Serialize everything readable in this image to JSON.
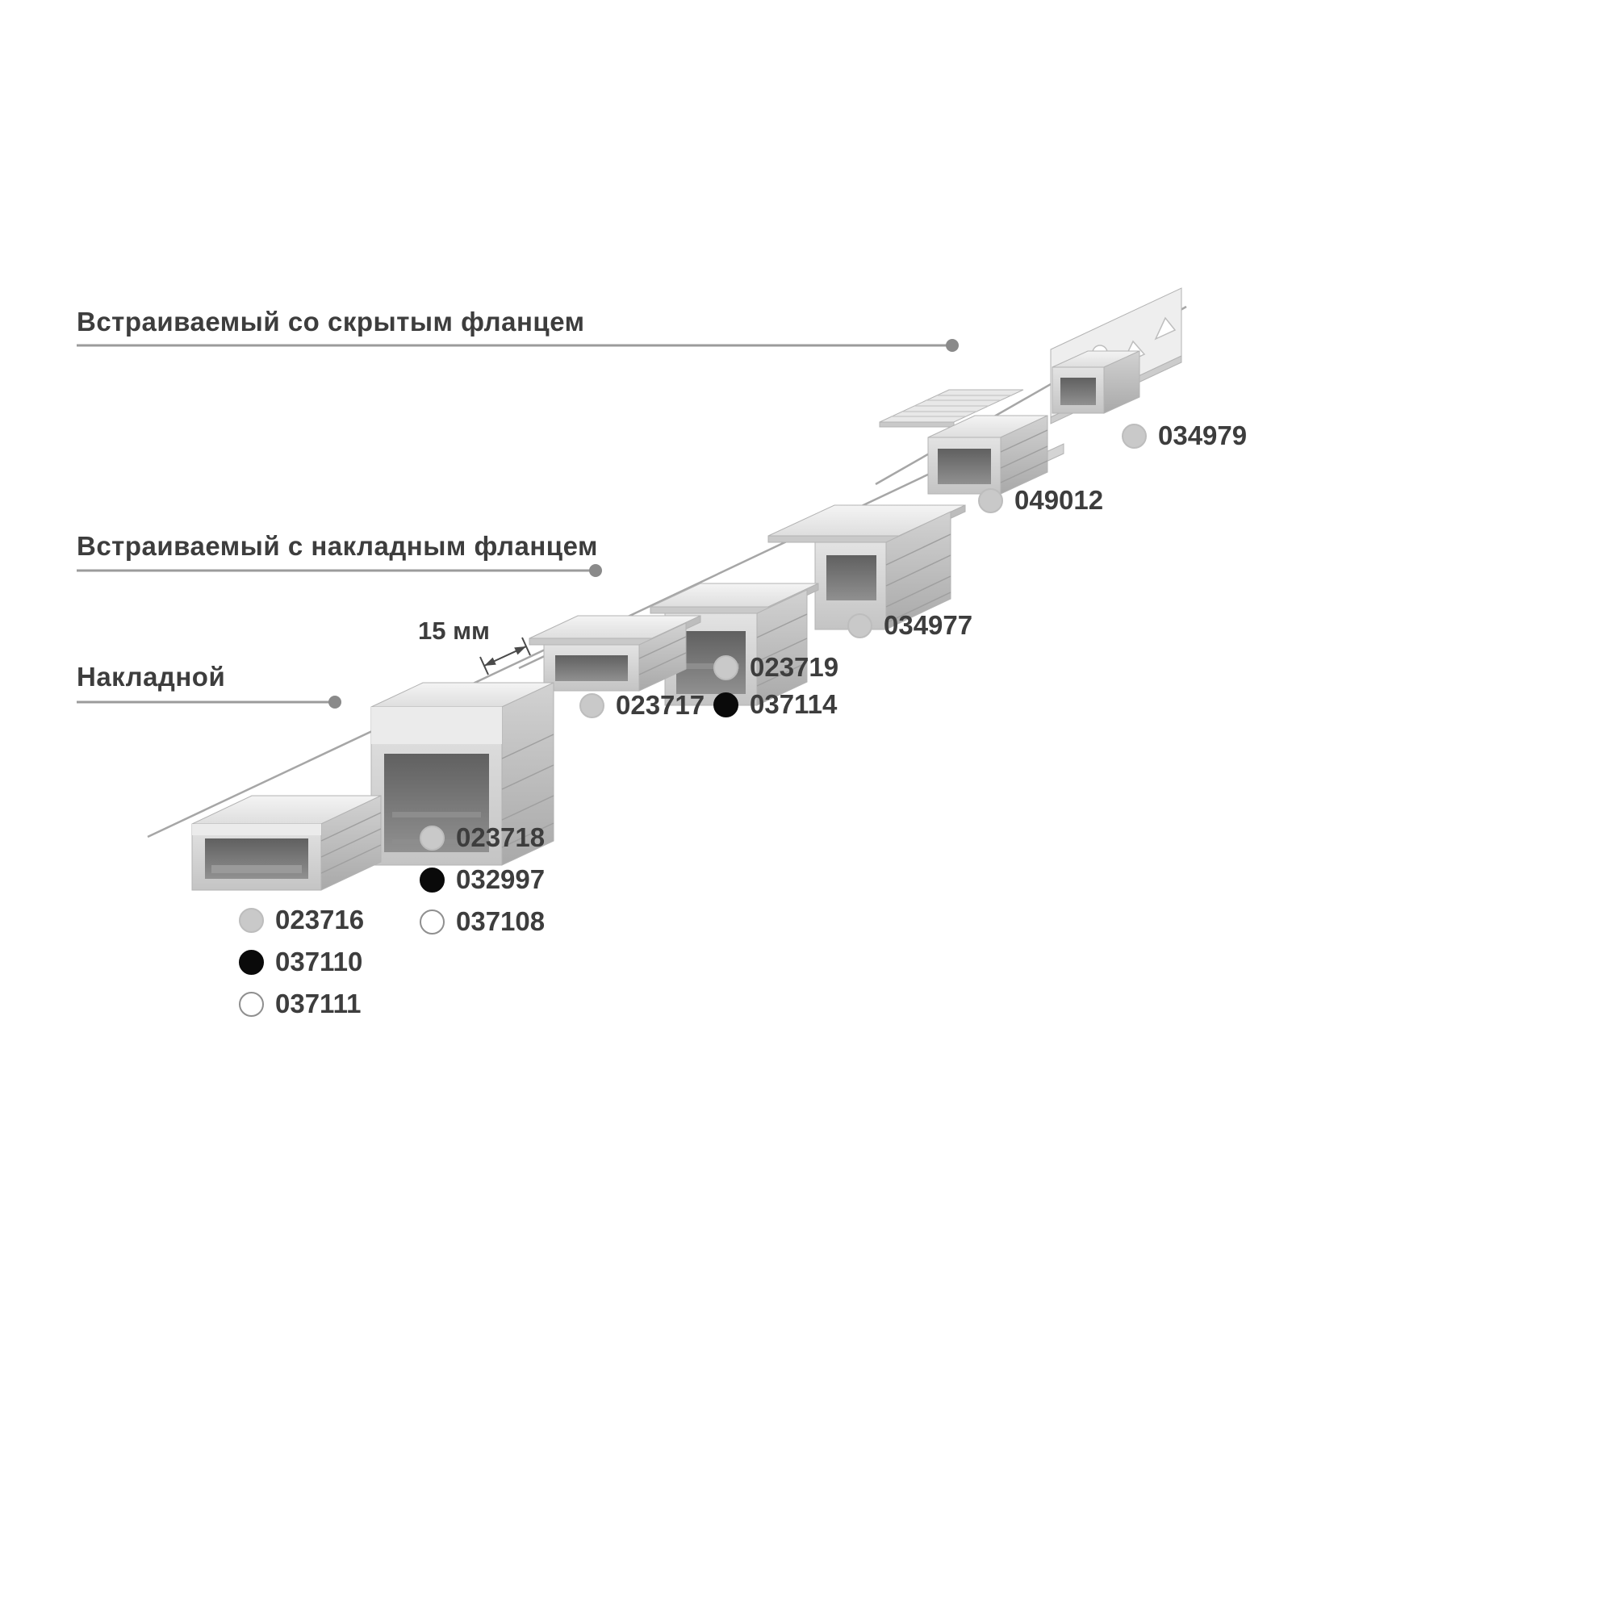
{
  "page": {
    "background": "#ffffff",
    "text_color": "#3d3d3d",
    "leader_line_color": "#9b9b9b",
    "plane_line_color": "#a6a6a6"
  },
  "finish_colors": {
    "silver": {
      "fill": "#c9c9c9",
      "border": "#bdbdbd",
      "name": "silver-anodized"
    },
    "black": {
      "fill": "#0a0a0a",
      "border": "#0a0a0a",
      "name": "black"
    },
    "white": {
      "fill": "#ffffff",
      "border": "#8f8f8f",
      "name": "white"
    }
  },
  "categories": [
    {
      "label": "Встраиваемый со скрытым фланцем"
    },
    {
      "label": "Встраиваемый с накладным фланцем"
    },
    {
      "label": "Накладной"
    }
  ],
  "dimension": {
    "label": "15 мм"
  },
  "products": [
    {
      "name": "surface-mounted-low-profile",
      "category_index": 2,
      "articles": [
        {
          "code": "023716",
          "finish": "silver"
        },
        {
          "code": "037110",
          "finish": "black"
        },
        {
          "code": "037111",
          "finish": "white"
        }
      ]
    },
    {
      "name": "surface-mounted-high-profile",
      "category_index": 2,
      "articles": [
        {
          "code": "023718",
          "finish": "silver"
        },
        {
          "code": "032997",
          "finish": "black"
        },
        {
          "code": "037108",
          "finish": "white"
        }
      ]
    },
    {
      "name": "recessed-surface-flange-low-profile",
      "category_index": 1,
      "articles": [
        {
          "code": "023717",
          "finish": "silver"
        }
      ]
    },
    {
      "name": "recessed-surface-flange-high-profile",
      "category_index": 1,
      "articles": [
        {
          "code": "023719",
          "finish": "silver"
        },
        {
          "code": "037114",
          "finish": "black"
        }
      ]
    },
    {
      "name": "recessed-surface-flange-deep-profile",
      "category_index": 1,
      "articles": [
        {
          "code": "034977",
          "finish": "silver"
        }
      ]
    },
    {
      "name": "recessed-hidden-flange-profile",
      "category_index": 0,
      "articles": [
        {
          "code": "049012",
          "finish": "silver"
        }
      ]
    },
    {
      "name": "recessed-hidden-flange-wall-bracket",
      "category_index": 0,
      "articles": [
        {
          "code": "034979",
          "finish": "silver"
        }
      ]
    }
  ]
}
